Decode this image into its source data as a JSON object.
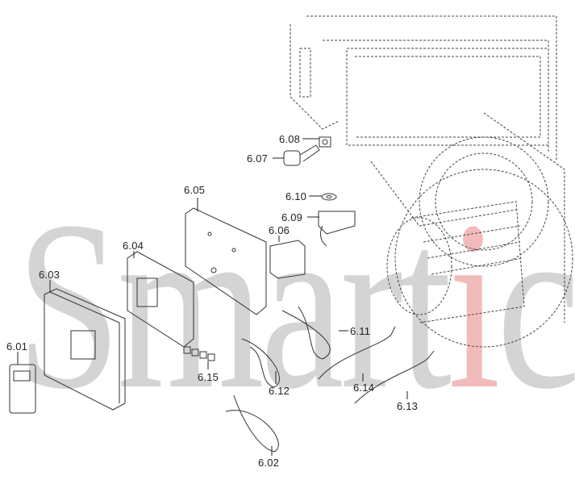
{
  "watermark": {
    "before": "Smart",
    "accent": "i",
    "after": "co",
    "accent_color": "#e67878"
  },
  "parts": [
    {
      "id": "6.01"
    },
    {
      "id": "6.02"
    },
    {
      "id": "6.03"
    },
    {
      "id": "6.04"
    },
    {
      "id": "6.05"
    },
    {
      "id": "6.06"
    },
    {
      "id": "6.07"
    },
    {
      "id": "6.08"
    },
    {
      "id": "6.09"
    },
    {
      "id": "6.10"
    },
    {
      "id": "6.11"
    },
    {
      "id": "6.12"
    },
    {
      "id": "6.13"
    },
    {
      "id": "6.14"
    },
    {
      "id": "6.15"
    }
  ]
}
